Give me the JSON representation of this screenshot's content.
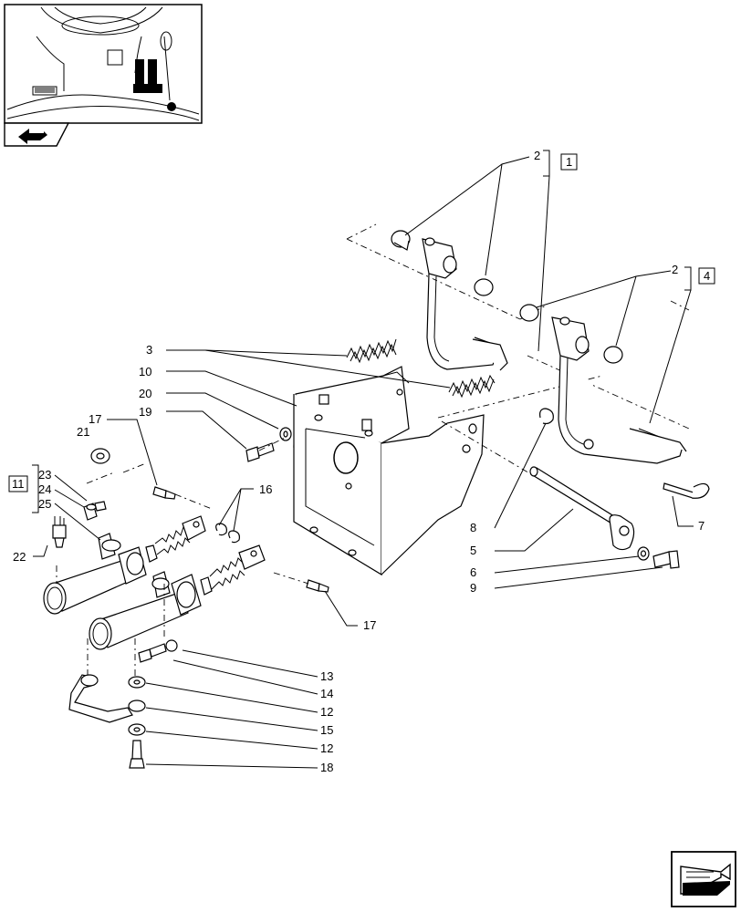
{
  "callouts": {
    "c1": "1",
    "c2a": "2",
    "c2b": "2",
    "c3": "3",
    "c4": "4",
    "c5": "5",
    "c6": "6",
    "c7": "7",
    "c8": "8",
    "c9": "9",
    "c10": "10",
    "c11": "11",
    "c12a": "12",
    "c12b": "12",
    "c13": "13",
    "c14": "14",
    "c15": "15",
    "c16": "16",
    "c17a": "17",
    "c17b": "17",
    "c18": "18",
    "c19": "19",
    "c20": "20",
    "c21": "21",
    "c22": "22",
    "c23": "23",
    "c24": "24",
    "c25": "25"
  },
  "icons": {
    "thumbnail": "tractor-pedal-area-thumbnail",
    "nav_prev": "page-back-icon",
    "nav_next": "page-next-icon"
  }
}
